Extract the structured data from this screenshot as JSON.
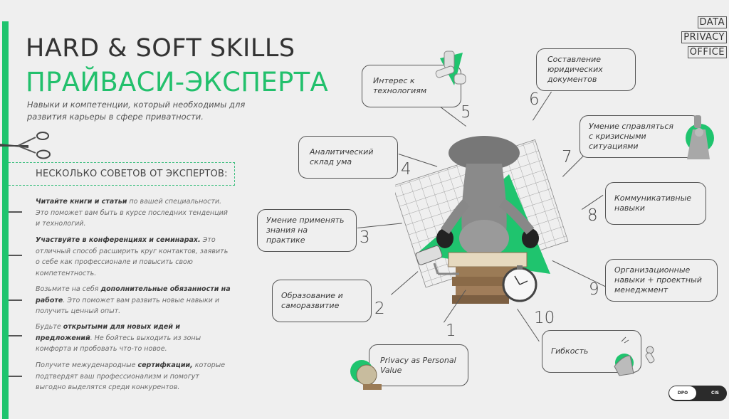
{
  "header": {
    "title_line1": "HARD & SOFT SKILLS",
    "title_line2": "ПРАЙВАСИ-ЭКСПЕРТА",
    "subtitle": "Навыки и компетенции, который необходимы для развития карьеры в сфере приватности."
  },
  "logo": {
    "line1": "DATA",
    "line2": "PRIVACY",
    "line3": "OFFICE"
  },
  "tips": {
    "title": "НЕСКОЛЬКО СОВЕТОВ ОТ ЭКСПЕРТОВ:",
    "items": [
      {
        "pre": "",
        "bold": "Читайте книги и статьи",
        "post": " по вашей специальности. Это поможет вам быть в курсе последних тенденций и технологий."
      },
      {
        "pre": "",
        "bold": "Участвуйте в конференциях и семинарах.",
        "post": " Это отличный способ расширить круг контактов, заявить о себе как профессионале и повысить свою компетентность."
      },
      {
        "pre": "Возьмите на себя ",
        "bold": "дополнительные обязанности на работе",
        "post": ". Это поможет вам развить новые навыки и получить ценный опыт."
      },
      {
        "pre": "Будьте ",
        "bold": "открытыми для новых идей и предложений",
        "post": ". Не бойтесь выходить из зоны комфорта и пробовать что-то новое."
      },
      {
        "pre": "Получите межуденародные ",
        "bold": "сертифкации,",
        "post": " которые подтвердят ваш профессионализм и помогут выгодно выделятся среди конкурентов."
      }
    ]
  },
  "skills": [
    {
      "num": "1",
      "label": "Privacy as Personal Value"
    },
    {
      "num": "2",
      "label": "Образование и саморазвитие"
    },
    {
      "num": "3",
      "label": "Умение применять знания на практике"
    },
    {
      "num": "4",
      "label": "Аналитический склад ума"
    },
    {
      "num": "5",
      "label": "Интерес к технологиям"
    },
    {
      "num": "6",
      "label": "Составление юридических документов"
    },
    {
      "num": "7",
      "label": "Умение справляться с кризисными ситуациями"
    },
    {
      "num": "8",
      "label": "Коммуникативные навыки"
    },
    {
      "num": "9",
      "label": "Организационные навыки + проектный менеджмент"
    },
    {
      "num": "10",
      "label": "Гибкость"
    }
  ],
  "toggle": {
    "left": "DPO",
    "right": "CIS"
  },
  "colors": {
    "accent": "#1fc46e",
    "background": "#efefef",
    "text": "#3a3a3a"
  }
}
